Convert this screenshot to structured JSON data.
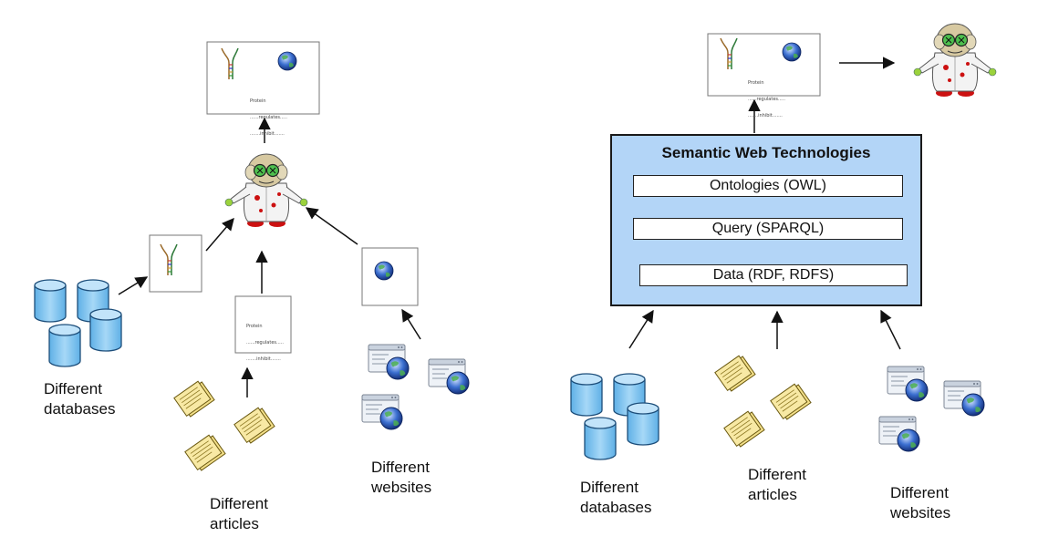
{
  "colors": {
    "semweb_box": "#b3d5f7",
    "database": "#7dc3f0",
    "article": "#f4e08a",
    "globe": "#3b6fd0",
    "arrow": "#111111"
  },
  "icons": [
    "database-icon",
    "article-icon",
    "website-icon",
    "scientist-icon",
    "dna-icon",
    "globe-icon"
  ],
  "left": {
    "databases_label": [
      "Different",
      "databases"
    ],
    "articles_label": [
      "Different",
      "articles"
    ],
    "websites_label": [
      "Different",
      "websites"
    ],
    "doc_text": [
      "Protein",
      "......regulates.....",
      ".......inhibit......."
    ]
  },
  "right": {
    "semweb_title": "Semantic Web Technologies",
    "layers": [
      "Ontologies (OWL)",
      "Query (SPARQL)",
      "Data (RDF, RDFS)"
    ],
    "databases_label": [
      "Different",
      "databases"
    ],
    "articles_label": [
      "Different",
      "articles"
    ],
    "websites_label": [
      "Different",
      "websites"
    ],
    "doc_text": [
      "Protein",
      "......regulates.....",
      ".......inhibit......."
    ]
  }
}
